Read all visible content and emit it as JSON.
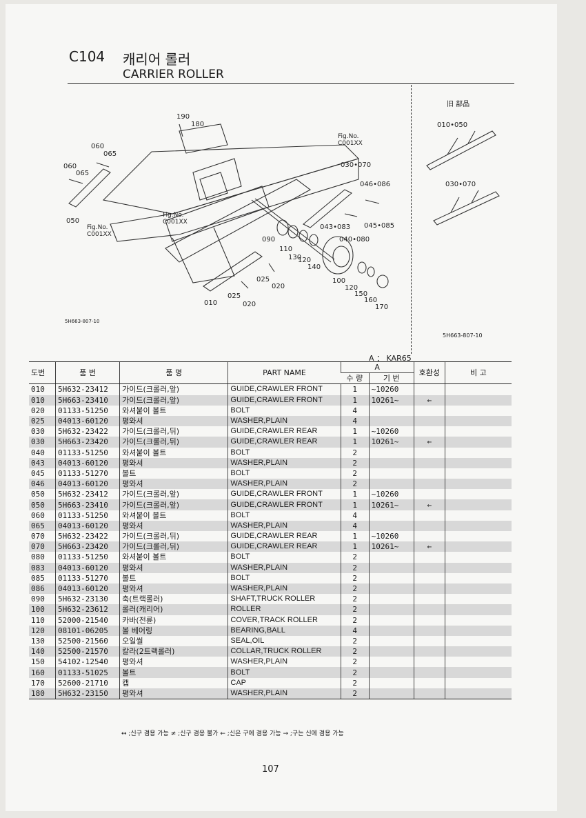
{
  "header": {
    "code": "C104",
    "title_ko": "캐리어 롤러",
    "title_en": "CARRIER ROLLER"
  },
  "diagram": {
    "callouts": [
      "190",
      "180",
      "060",
      "065",
      "060",
      "065",
      "050",
      "Fig.No.",
      "C001XX",
      "Fig.No.",
      "C001XX",
      "Fig.No.",
      "C001XX",
      "030•070",
      "046•086",
      "045•085",
      "043•083",
      "040•080",
      "090",
      "110",
      "130",
      "120",
      "140",
      "100",
      "120",
      "150",
      "160",
      "170",
      "025",
      "020",
      "010",
      "025",
      "020"
    ],
    "code_left": "5H663-807-10",
    "old_parts_label": "旧 部品",
    "old_callouts": [
      "010•050",
      "030•070"
    ],
    "code_right": "5H663-807-10"
  },
  "table": {
    "model_label": "A ： KAR65",
    "headers": {
      "no": "도번",
      "part_no": "품 번",
      "name_ko": "품 명",
      "name_en": "PART NAME",
      "group": "A",
      "qty": "수 량",
      "serial": "기 번",
      "compat": "호환성",
      "remarks": "비 고"
    },
    "rows": [
      {
        "no": "010",
        "part": "5H632-23412",
        "ko": "가이드(크롤러,앞)",
        "en": "GUIDE,CRAWLER FRONT",
        "qty": "1",
        "serial": "~10260",
        "sym": ""
      },
      {
        "no": "010",
        "part": "5H663-23410",
        "ko": "가이드(크롤러,앞)",
        "en": "GUIDE,CRAWLER FRONT",
        "qty": "1",
        "serial": "10261~",
        "sym": "←"
      },
      {
        "no": "020",
        "part": "01133-51250",
        "ko": "와셔붙이 볼트",
        "en": "BOLT",
        "qty": "4",
        "serial": "",
        "sym": ""
      },
      {
        "no": "025",
        "part": "04013-60120",
        "ko": "평와셔",
        "en": "WASHER,PLAIN",
        "qty": "4",
        "serial": "",
        "sym": ""
      },
      {
        "no": "030",
        "part": "5H632-23422",
        "ko": "가이드(크롤러,뒤)",
        "en": "GUIDE,CRAWLER REAR",
        "qty": "1",
        "serial": "~10260",
        "sym": ""
      },
      {
        "no": "030",
        "part": "5H663-23420",
        "ko": "가이드(크롤러,뒤)",
        "en": "GUIDE,CRAWLER REAR",
        "qty": "1",
        "serial": "10261~",
        "sym": "←"
      },
      {
        "no": "040",
        "part": "01133-51250",
        "ko": "와셔붙이 볼트",
        "en": "BOLT",
        "qty": "2",
        "serial": "",
        "sym": ""
      },
      {
        "no": "043",
        "part": "04013-60120",
        "ko": "평와셔",
        "en": "WASHER,PLAIN",
        "qty": "2",
        "serial": "",
        "sym": ""
      },
      {
        "no": "045",
        "part": "01133-51270",
        "ko": "볼트",
        "en": "BOLT",
        "qty": "2",
        "serial": "",
        "sym": ""
      },
      {
        "no": "046",
        "part": "04013-60120",
        "ko": "평와셔",
        "en": "WASHER,PLAIN",
        "qty": "2",
        "serial": "",
        "sym": ""
      },
      {
        "no": "050",
        "part": "5H632-23412",
        "ko": "가이드(크롤러,앞)",
        "en": "GUIDE,CRAWLER FRONT",
        "qty": "1",
        "serial": "~10260",
        "sym": ""
      },
      {
        "no": "050",
        "part": "5H663-23410",
        "ko": "가이드(크롤러,앞)",
        "en": "GUIDE,CRAWLER FRONT",
        "qty": "1",
        "serial": "10261~",
        "sym": "←"
      },
      {
        "no": "060",
        "part": "01133-51250",
        "ko": "와셔붙이 볼트",
        "en": "BOLT",
        "qty": "4",
        "serial": "",
        "sym": ""
      },
      {
        "no": "065",
        "part": "04013-60120",
        "ko": "평와셔",
        "en": "WASHER,PLAIN",
        "qty": "4",
        "serial": "",
        "sym": ""
      },
      {
        "no": "070",
        "part": "5H632-23422",
        "ko": "가이드(크롤러,뒤)",
        "en": "GUIDE,CRAWLER REAR",
        "qty": "1",
        "serial": "~10260",
        "sym": ""
      },
      {
        "no": "070",
        "part": "5H663-23420",
        "ko": "가이드(크롤러,뒤)",
        "en": "GUIDE,CRAWLER REAR",
        "qty": "1",
        "serial": "10261~",
        "sym": "←"
      },
      {
        "no": "080",
        "part": "01133-51250",
        "ko": "와셔붙이 볼트",
        "en": "BOLT",
        "qty": "2",
        "serial": "",
        "sym": ""
      },
      {
        "no": "083",
        "part": "04013-60120",
        "ko": "평와셔",
        "en": "WASHER,PLAIN",
        "qty": "2",
        "serial": "",
        "sym": ""
      },
      {
        "no": "085",
        "part": "01133-51270",
        "ko": "볼트",
        "en": "BOLT",
        "qty": "2",
        "serial": "",
        "sym": ""
      },
      {
        "no": "086",
        "part": "04013-60120",
        "ko": "평와셔",
        "en": "WASHER,PLAIN",
        "qty": "2",
        "serial": "",
        "sym": ""
      },
      {
        "no": "090",
        "part": "5H632-23130",
        "ko": "축(트랙롤러)",
        "en": "SHAFT,TRUCK ROLLER",
        "qty": "2",
        "serial": "",
        "sym": ""
      },
      {
        "no": "100",
        "part": "5H632-23612",
        "ko": "롤러(캐리어)",
        "en": "ROLLER",
        "qty": "2",
        "serial": "",
        "sym": ""
      },
      {
        "no": "110",
        "part": "52000-21540",
        "ko": "카바(전륜)",
        "en": "COVER,TRACK ROLLER",
        "qty": "2",
        "serial": "",
        "sym": ""
      },
      {
        "no": "120",
        "part": "08101-06205",
        "ko": "볼 베어링",
        "en": "BEARING,BALL",
        "qty": "4",
        "serial": "",
        "sym": ""
      },
      {
        "no": "130",
        "part": "52500-21560",
        "ko": "오일씰",
        "en": "SEAL,OIL",
        "qty": "2",
        "serial": "",
        "sym": ""
      },
      {
        "no": "140",
        "part": "52500-21570",
        "ko": "칼라(2트랙롤러)",
        "en": "COLLAR,TRUCK ROLLER",
        "qty": "2",
        "serial": "",
        "sym": ""
      },
      {
        "no": "150",
        "part": "54102-12540",
        "ko": "평와셔",
        "en": "WASHER,PLAIN",
        "qty": "2",
        "serial": "",
        "sym": ""
      },
      {
        "no": "160",
        "part": "01133-51025",
        "ko": "볼트",
        "en": "BOLT",
        "qty": "2",
        "serial": "",
        "sym": ""
      },
      {
        "no": "170",
        "part": "52600-21710",
        "ko": "캡",
        "en": "CAP",
        "qty": "2",
        "serial": "",
        "sym": ""
      },
      {
        "no": "180",
        "part": "5H632-23150",
        "ko": "평와셔",
        "en": "WASHER,PLAIN",
        "qty": "2",
        "serial": "",
        "sym": ""
      }
    ]
  },
  "legend": "↔ ;신구 겸용 가능    ≠ ;신구 겸용 불가    ← ;신은 구에 겸용 가능    → ;구는 신에 겸용 가능",
  "page_number": "107"
}
